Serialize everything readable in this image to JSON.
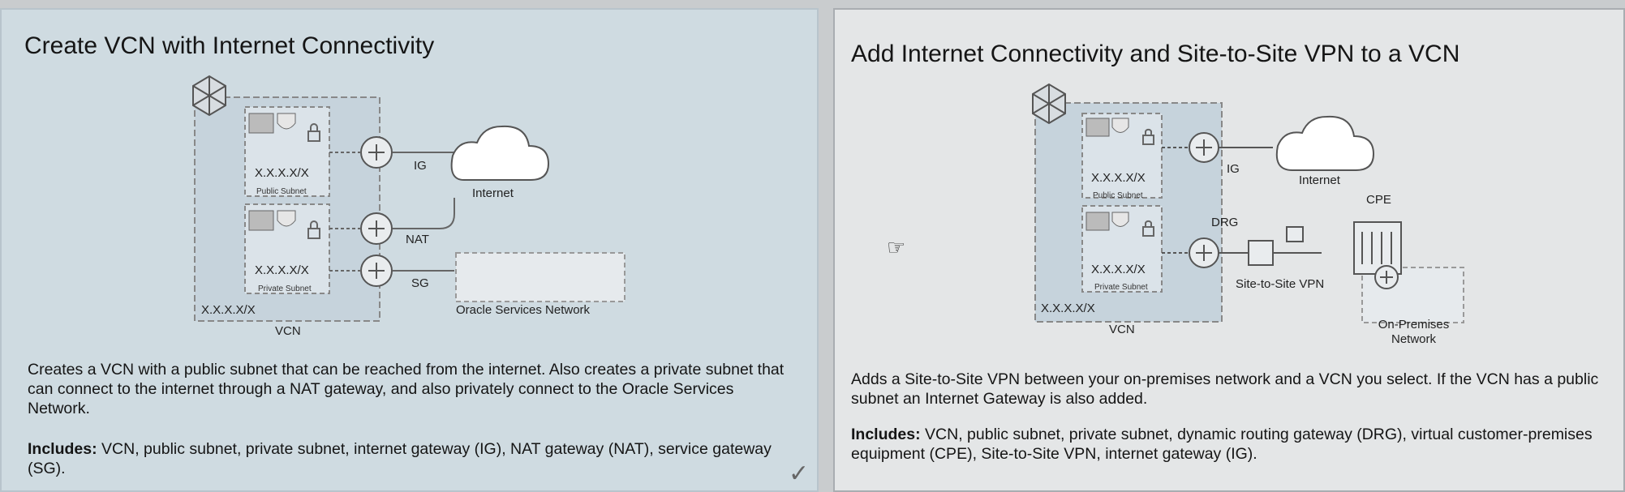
{
  "left_card": {
    "title": "Create VCN with Internet Connectivity",
    "diagram": {
      "public_cidr": "X.X.X.X/X",
      "public_subnet": "Public Subnet",
      "private_cidr": "X.X.X.X/X",
      "private_subnet": "Private Subnet",
      "vcn_cidr": "X.X.X.X/X",
      "vcn": "VCN",
      "ig": "IG",
      "nat": "NAT",
      "sg": "SG",
      "internet": "Internet",
      "oracle_services": "Oracle Services Network"
    },
    "description": "Creates a VCN with a public subnet that can be reached from the internet. Also creates a private subnet that can connect to the internet through a NAT gateway, and also privately connect to the Oracle Services Network.",
    "includes_label": "Includes:",
    "includes_text": "VCN, public subnet, private subnet, internet gateway (IG), NAT gateway (NAT), service gateway (SG).",
    "check_icon": "check-icon"
  },
  "right_card": {
    "title": "Add Internet Connectivity and Site-to-Site VPN to a VCN",
    "diagram": {
      "public_cidr": "X.X.X.X/X",
      "public_subnet": "Public Subnet",
      "private_cidr": "X.X.X.X/X",
      "private_subnet": "Private Subnet",
      "vcn_cidr": "X.X.X.X/X",
      "vcn": "VCN",
      "ig": "IG",
      "internet": "Internet",
      "drg": "DRG",
      "cpe": "CPE",
      "vpn": "Site-to-Site VPN",
      "on_premises": "On-Premises Network"
    },
    "description": "Adds a Site-to-Site VPN between your on-premises network and a VCN you select. If the VCN has a public subnet an Internet Gateway is also added.",
    "includes_label": "Includes:",
    "includes_text": "VCN, public subnet, private subnet, dynamic routing gateway (DRG), virtual customer-premises equipment (CPE), Site-to-Site VPN, internet gateway (IG)."
  },
  "cursor_icon": "hand-pointer-icon",
  "colors": {
    "left_card_bg": "#cfdbe1",
    "right_card_bg": "#e4e6e7",
    "vcn_fill": "#c6d3dc"
  }
}
